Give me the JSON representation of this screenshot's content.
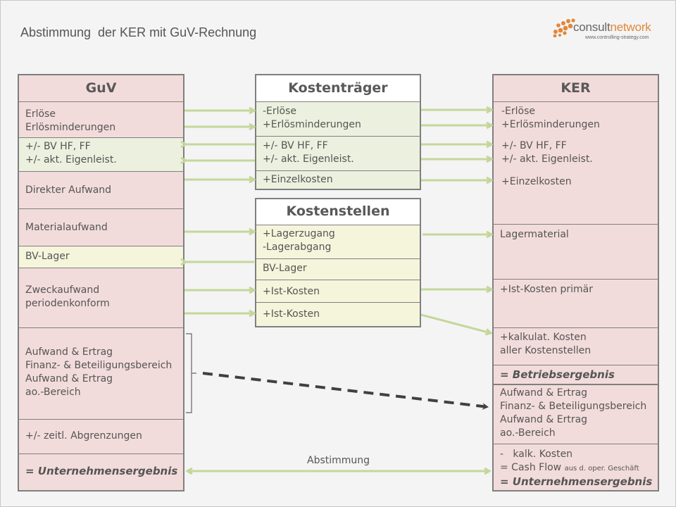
{
  "title": "Abstimmung  der KER mit GuV-Rechnung",
  "logo": {
    "name_part1": "consult",
    "name_part2": "network",
    "url": "www.controlling-strategy.com",
    "icon": "orange-dots-icon"
  },
  "colors": {
    "pink": "#f2dcdb",
    "green": "#ebf1de",
    "yellow": "#f5f5dc",
    "arrow": "#c4d79b",
    "dashed_arrow": "#404040",
    "border": "#7f7f7f",
    "logo_orange": "#e0883a"
  },
  "guv": {
    "header": "GuV",
    "sections": [
      {
        "lines": [
          "Erlöse",
          "Erlösminderungen"
        ]
      },
      {
        "lines": [
          "+/- BV HF, FF",
          "+/- akt. Eigenleist."
        ]
      },
      {
        "lines": [
          "Direkter Aufwand"
        ]
      },
      {
        "lines": [
          "Materialaufwand"
        ]
      },
      {
        "lines": [
          "BV-Lager"
        ]
      },
      {
        "lines": [
          "Zweckaufwand",
          "periodenkonform"
        ]
      },
      {
        "lines": [
          "Aufwand & Ertrag",
          "Finanz- & Beteiligungsbereich",
          "Aufwand & Ertrag",
          "ao.-Bereich"
        ]
      },
      {
        "lines": [
          "+/- zeitl. Abgrenzungen"
        ]
      },
      {
        "lines": [
          "= Unternehmensergebnis"
        ]
      }
    ]
  },
  "kostentraeger": {
    "header": "Kostenträger",
    "sections": [
      {
        "lines": [
          "-Erlöse",
          "+Erlösminderungen"
        ]
      },
      {
        "lines": [
          "+/- BV HF, FF",
          "+/- akt. Eigenleist."
        ]
      },
      {
        "lines": [
          "+Einzelkosten"
        ]
      }
    ]
  },
  "kostenstellen": {
    "header": "Kostenstellen",
    "sections": [
      {
        "lines": [
          "+Lagerzugang",
          "-Lagerabgang"
        ]
      },
      {
        "lines": [
          "BV-Lager"
        ]
      },
      {
        "lines": [
          "+Ist-Kosten"
        ]
      },
      {
        "lines": [
          "+Ist-Kosten"
        ]
      }
    ]
  },
  "ker": {
    "header": "KER",
    "sections": [
      {
        "lines": [
          "-Erlöse",
          "+Erlösminderungen",
          "+/- BV HF, FF",
          "+/- akt. Eigenleist.",
          "+Einzelkosten"
        ]
      },
      {
        "lines": [
          "Lagermaterial"
        ]
      },
      {
        "lines": [
          "+Ist-Kosten primär"
        ]
      },
      {
        "lines": [
          "+kalkulat. Kosten",
          "aller Kostenstellen"
        ]
      },
      {
        "lines": [
          "= Betriebsergebnis"
        ]
      },
      {
        "lines": [
          "Aufwand & Ertrag",
          "Finanz- & Beteiligungsbereich",
          "Aufwand & Ertrag",
          "ao.-Bereich"
        ]
      },
      {
        "lines": [
          "-   kalk. Kosten",
          "= Cash Flow",
          "aus d. oper. Geschäft",
          "= Unternehmensergebnis"
        ]
      }
    ]
  },
  "reconciliation_label": "Abstimmung"
}
